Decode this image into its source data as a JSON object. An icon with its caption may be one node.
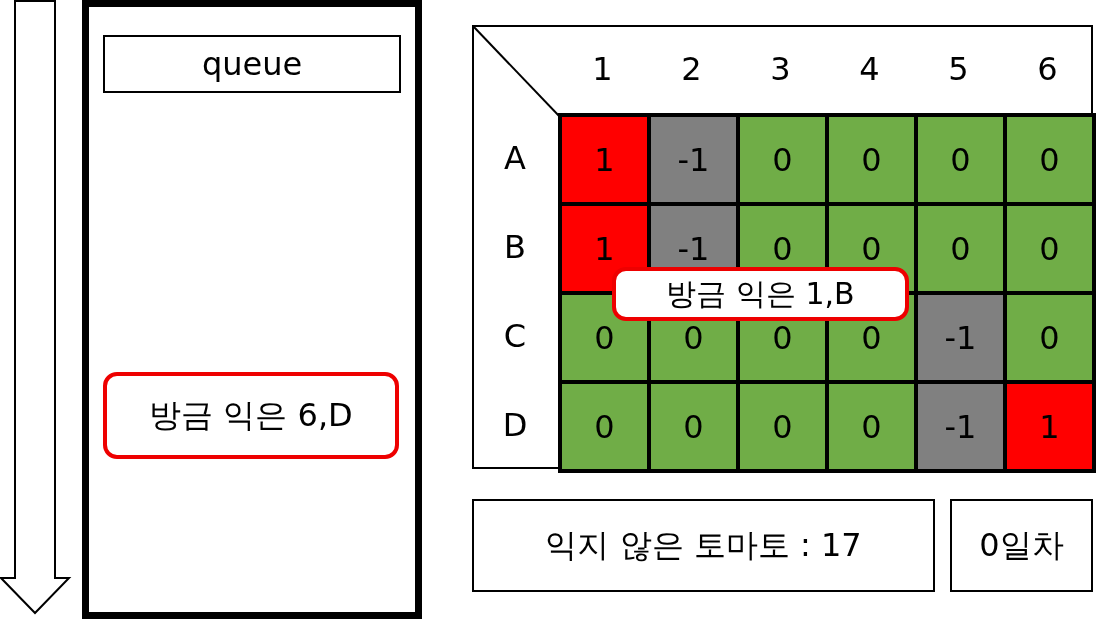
{
  "diagram": {
    "nodes": [
      {
        "text": [],
        "shape": "box"
      },
      {
        "text": [
          "queue"
        ],
        "in": 0
      },
      {
        "text": [
          "방금 익은 6,D"
        ],
        "in": 0
      },
      {
        "text": [
          "방금 익은 1,B"
        ]
      },
      {
        "text": [
          "익지 않은 토마토 : 17"
        ]
      },
      {
        "text": [
          "0일차"
        ]
      }
    ],
    "edges": [],
    "labels": [
      "1",
      "2",
      "3",
      "4",
      "5",
      "6",
      "A",
      "1",
      "-1",
      "0",
      "0",
      "0",
      "0",
      "B",
      "1",
      "-1",
      "0",
      "0",
      "0",
      "0",
      "C",
      "0",
      "0",
      "0",
      "0",
      "-1",
      "0",
      "D",
      "0",
      "0",
      "0",
      "0",
      "-1",
      "1"
    ]
  }
}
